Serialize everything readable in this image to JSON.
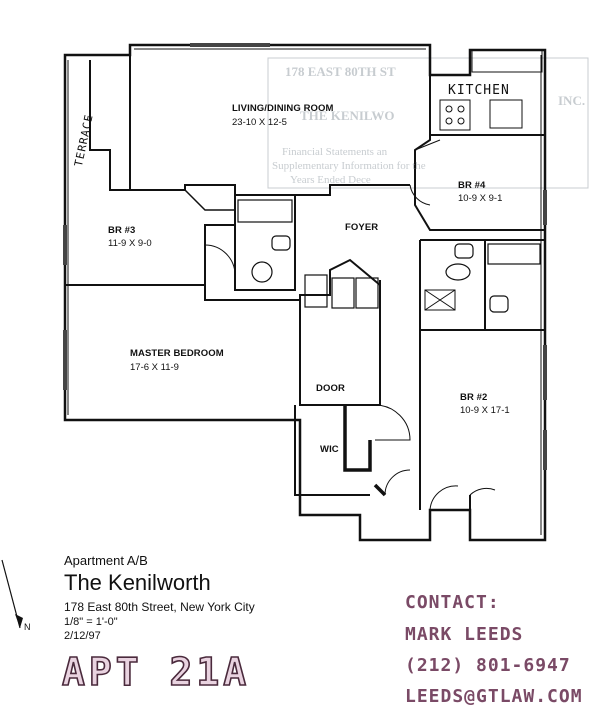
{
  "plan": {
    "rooms": [
      {
        "key": "living",
        "name": "LIVING/DINING ROOM",
        "dims": "23-10 X 12-5"
      },
      {
        "key": "br3",
        "name": "BR #3",
        "dims": "11-9 X 9-0"
      },
      {
        "key": "br4",
        "name": "BR #4",
        "dims": "10-9 X 9-1"
      },
      {
        "key": "master",
        "name": "MASTER BEDROOM",
        "dims": "17-6 X 11-9"
      },
      {
        "key": "br2",
        "name": "BR #2",
        "dims": "10-9 X 17-1"
      }
    ],
    "labels": {
      "foyer": "FOYER",
      "door": "DOOR",
      "wic": "WIC",
      "kitchen": "KITCHEN",
      "terrace": "TERRACE"
    },
    "bleed_through": [
      "178 EAST 80TH ST",
      "THE KENILWO",
      "Financial Statements an",
      "Supplementary Information for the",
      "Years Ended Dece",
      "INC."
    ],
    "compass": "N"
  },
  "info": {
    "subtitle": "Apartment A/B",
    "building": "The Kenilworth",
    "address": "178 East 80th Street, New York City",
    "scale": "1/8\" = 1'-0\"",
    "date": "2/12/97"
  },
  "apt_label": "APT 21A",
  "contact": {
    "heading": "CONTACT:",
    "name": "MARK LEEDS",
    "phone": "(212) 801-6947",
    "email": "LEEDS@GTLAW.COM"
  },
  "colors": {
    "ink": "#111111",
    "stamp": "#7a4a66",
    "stamp_fill": "#e9d3e0",
    "bleed": "#9ba3aa"
  }
}
